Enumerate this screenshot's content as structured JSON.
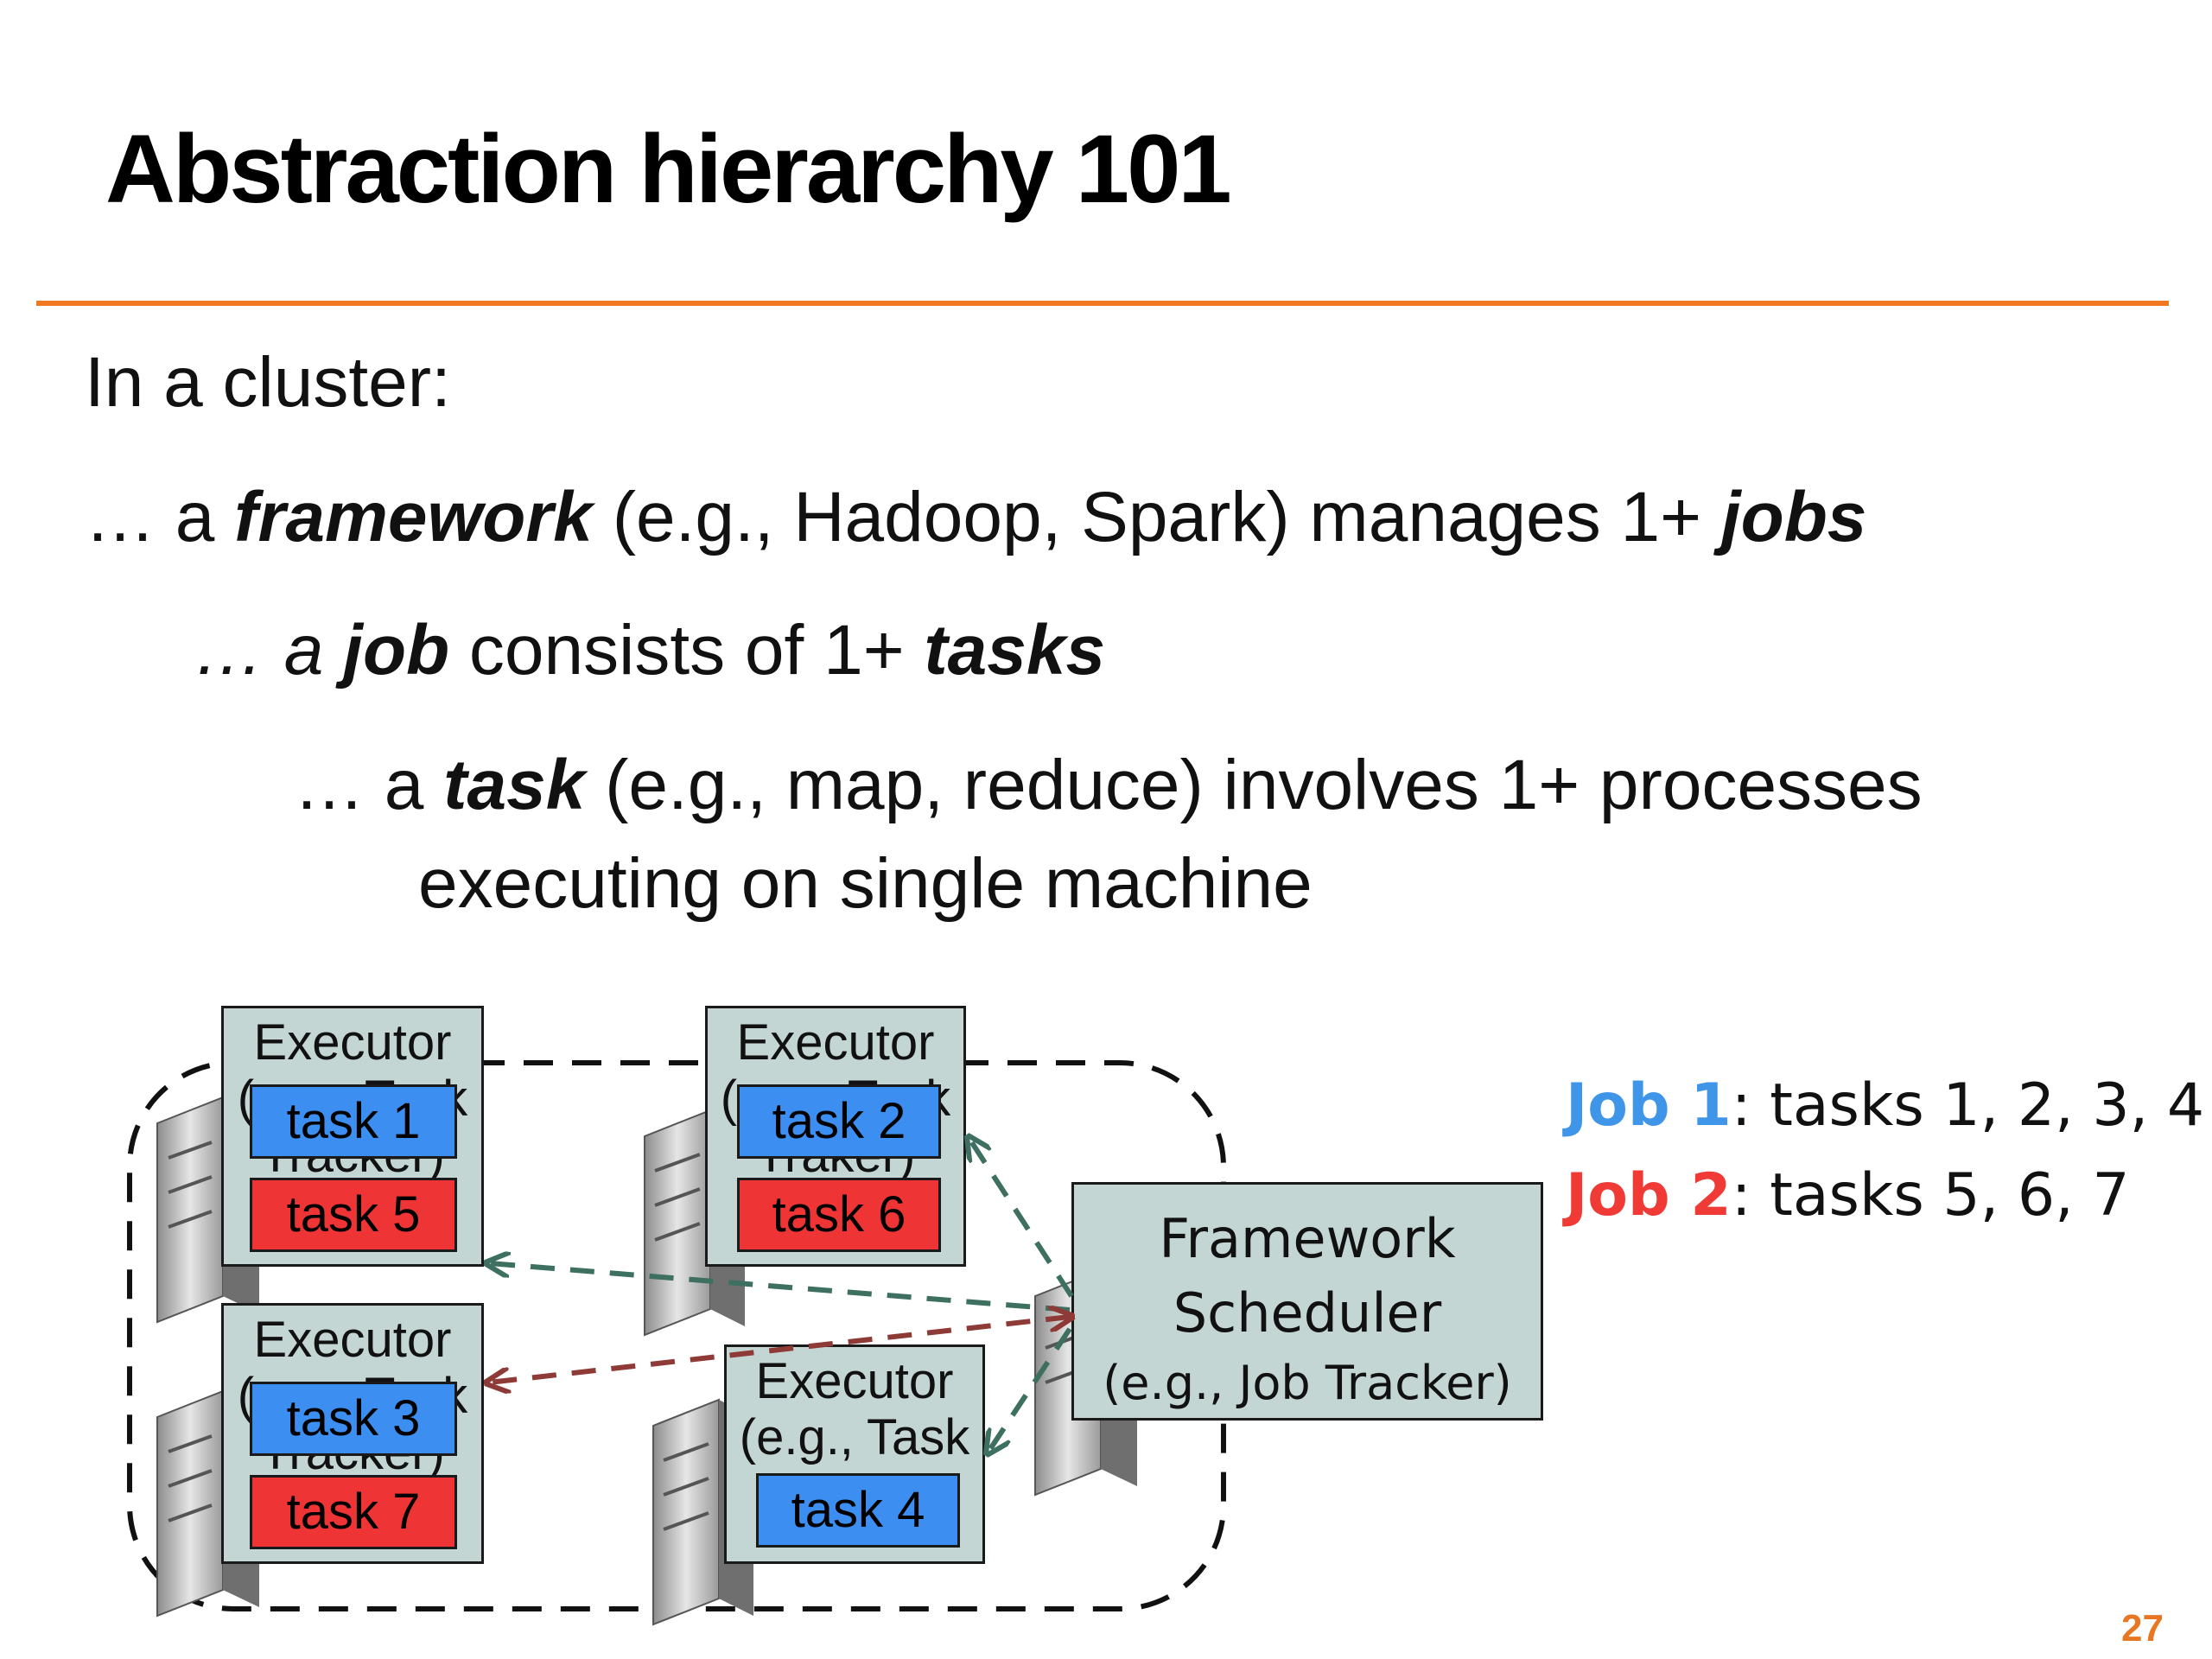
{
  "slide": {
    "title": "Abstraction hierarchy 101",
    "page_number": "27",
    "colors": {
      "rule": "#f07820",
      "job1": "#3f95e8",
      "job2": "#ef3a36",
      "page_number": "#e87722",
      "node": "#c3d6d3"
    }
  },
  "bullets": {
    "line1": "In a cluster:",
    "line2": {
      "prefix": "… a ",
      "framework": "framework",
      "middle": " (e.g., Hadoop, Spark) manages 1+ ",
      "jobs": "jobs"
    },
    "line3": {
      "prefix": "… a ",
      "job": "job",
      "middle": " consists of 1+ ",
      "tasks": "tasks"
    },
    "line4": {
      "prefix": "…  a ",
      "task": "task",
      "middle": " (e.g., map, reduce) involves 1+ processes"
    },
    "line5": "executing on single machine"
  },
  "diagram": {
    "executors": [
      {
        "label": "Executor\n(e.g., Task\nTracker)",
        "tasks": [
          {
            "label": "task 1",
            "job": 1
          },
          {
            "label": "task 5",
            "job": 2
          }
        ]
      },
      {
        "label": "Executor\n(e.g., Task\nTraker)",
        "tasks": [
          {
            "label": "task 2",
            "job": 1
          },
          {
            "label": "task 6",
            "job": 2
          }
        ]
      },
      {
        "label": "Executor\n(e.g., Task\nTracker)",
        "tasks": [
          {
            "label": "task 3",
            "job": 1
          },
          {
            "label": "task 7",
            "job": 2
          }
        ]
      },
      {
        "label": "Executor\n(e.g., Task\nTracker)",
        "tasks": [
          {
            "label": "task 4",
            "job": 1
          }
        ]
      }
    ],
    "scheduler": {
      "line1": "Framework",
      "line2": "Scheduler",
      "line3": "(e.g., Job Tracker)"
    }
  },
  "legend": [
    {
      "job": "Job 1",
      "tasks": ": tasks 1, 2, 3, 4"
    },
    {
      "job": "Job 2",
      "tasks": ": tasks 5, 6, 7"
    }
  ]
}
